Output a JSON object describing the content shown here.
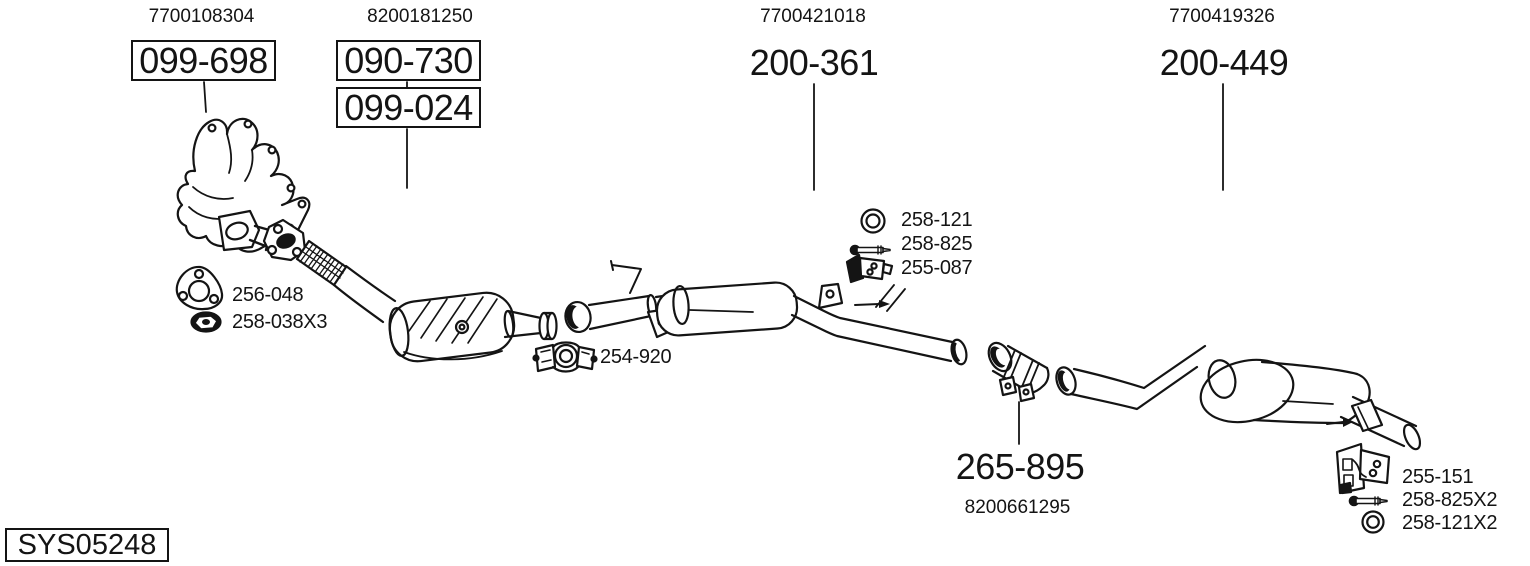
{
  "colors": {
    "ink": "#141414",
    "paper": "#ffffff"
  },
  "system": {
    "code": "SYS05248"
  },
  "assemblies": {
    "manifold": {
      "oem": "7700108304",
      "code": "099-698"
    },
    "front_pipe": {
      "oem": "8200181250",
      "code_primary": "090-730",
      "code_secondary": "099-024"
    },
    "center_silencer": {
      "oem": "7700421018",
      "code": "200-361"
    },
    "rear_silencer": {
      "oem": "7700419326",
      "code": "200-449"
    },
    "coupling": {
      "code": "265-895",
      "oem": "8200661295"
    }
  },
  "hardware": {
    "gasket": {
      "code": "256-048",
      "icon": "gasket-icon"
    },
    "flange_nut": {
      "code": "258-038X3",
      "icon": "nut-icon"
    },
    "pipe_clamp": {
      "code": "254-920",
      "icon": "clamp-icon"
    },
    "ring_front": {
      "code": "258-121",
      "icon": "ring-icon"
    },
    "bolt_front": {
      "code": "258-825",
      "icon": "bolt-icon"
    },
    "mount_front": {
      "code": "255-087",
      "icon": "rubber-mount-icon"
    },
    "mount_rear": {
      "code": "255-151",
      "icon": "rubber-mount-icon"
    },
    "bolt_rear": {
      "code": "258-825X2",
      "icon": "bolt-icon"
    },
    "ring_rear": {
      "code": "258-121X2",
      "icon": "ring-icon"
    }
  }
}
